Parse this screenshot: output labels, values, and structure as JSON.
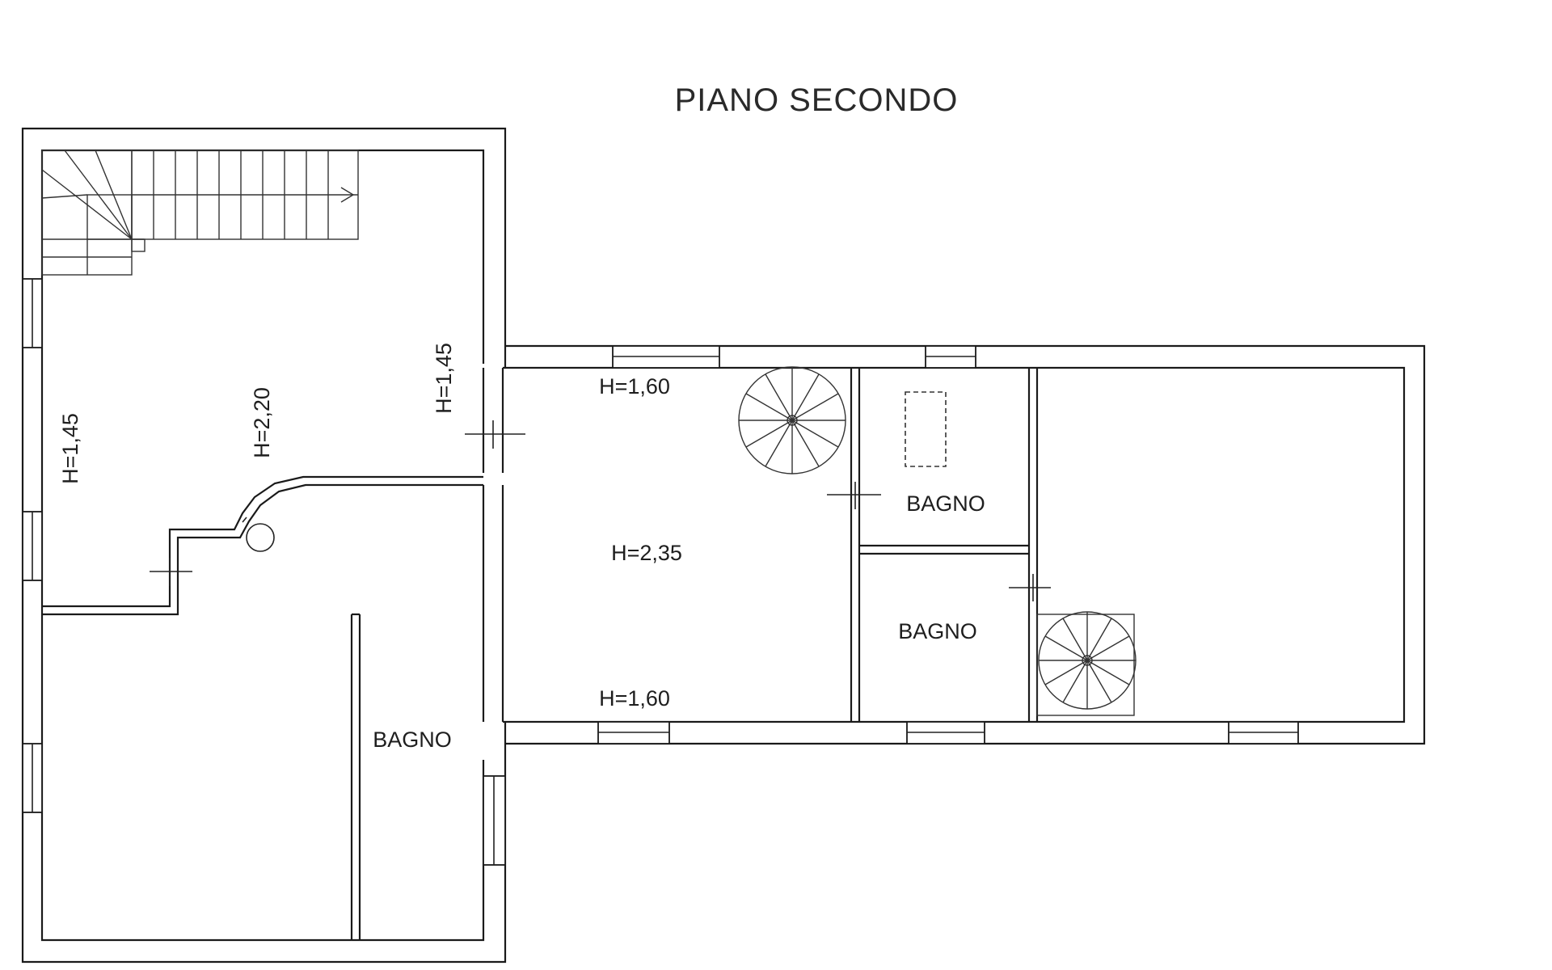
{
  "plan": {
    "title": "PIANO SECONDO",
    "labels": {
      "left_wing_height": "H=1,45",
      "left_room_height": "H=2,20",
      "corridor_height": "H=1,45",
      "living_top_height": "H=1,60",
      "living_center_height": "H=2,35",
      "living_bottom_height": "H=1,60",
      "bath_left": "BAGNO",
      "bath_upper_right": "BAGNO",
      "bath_lower_right": "BAGNO"
    }
  }
}
